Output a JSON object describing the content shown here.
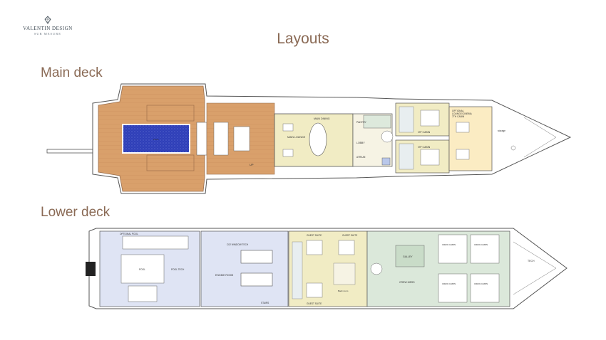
{
  "brand": {
    "name": "VALENTIN DESIGN",
    "tagline": "SUR MESURE"
  },
  "page": {
    "title": "Layouts"
  },
  "decks": {
    "main": {
      "title": "Main deck",
      "labels": {
        "pool": "POOL",
        "main_dining": "MAIN DINING",
        "main_lounge": "MAIN LOUNGE",
        "pantry": "PANTRY",
        "lobby": "LOBBY",
        "atrium": "ATRIUM",
        "vip_cabin_top": "VIP CABIN",
        "vip_cabin_bottom": "VIP CABIN",
        "optional_1": "OPTIONAL",
        "optional_2": "LOUNGE/CINEMA",
        "optional_3": "7TH CABIN",
        "storage": "storage",
        "up": "UP"
      }
    },
    "lower": {
      "title": "Lower deck",
      "labels": {
        "optional_pool": "OPTIONAL POOL",
        "c02": "C02 WINDOW TECH",
        "pool": "POOL",
        "pool_tech": "POOL TECH",
        "engine_room": "ENGINE ROOM",
        "stairs": "STAIRS",
        "guest_suite_1": "GUEST SUITE",
        "guest_suite_2": "GUEST SUITE",
        "guest_suite_3": "GUEST SUITE",
        "galley": "GALLEY",
        "crew_mess": "CREW MESS",
        "crew_cabin_1": "CREW CABIN",
        "crew_cabin_2": "CREW CABIN",
        "crew_cabin_3": "CREW CABIN",
        "crew_cabin_4": "CREW CABIN",
        "back_room": "Back room",
        "tech": "TECH"
      }
    }
  }
}
